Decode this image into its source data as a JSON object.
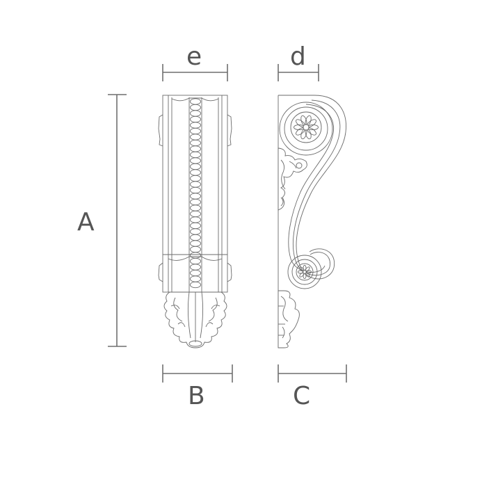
{
  "drawing": {
    "subject": "Ornamental corbel (bracket) - front and side views",
    "views": [
      {
        "name": "front-view",
        "description": "Front elevation with central bead strip and acanthus leaf drop"
      },
      {
        "name": "side-view",
        "description": "Side profile with S-scroll volutes, rosettes and acanthus leaves"
      }
    ],
    "dimensions": {
      "A": {
        "label": "A",
        "meaning": "overall height",
        "orientation": "vertical"
      },
      "B": {
        "label": "B",
        "meaning": "bottom width (front view)",
        "orientation": "horizontal"
      },
      "C": {
        "label": "C",
        "meaning": "bottom depth (side view)",
        "orientation": "horizontal"
      },
      "d": {
        "label": "d",
        "meaning": "top depth (side view)",
        "orientation": "horizontal"
      },
      "e": {
        "label": "e",
        "meaning": "top width (front view)",
        "orientation": "horizontal"
      }
    },
    "colors": {
      "background": "#ffffff",
      "line": "#6f6f6f",
      "text": "#555555"
    }
  }
}
